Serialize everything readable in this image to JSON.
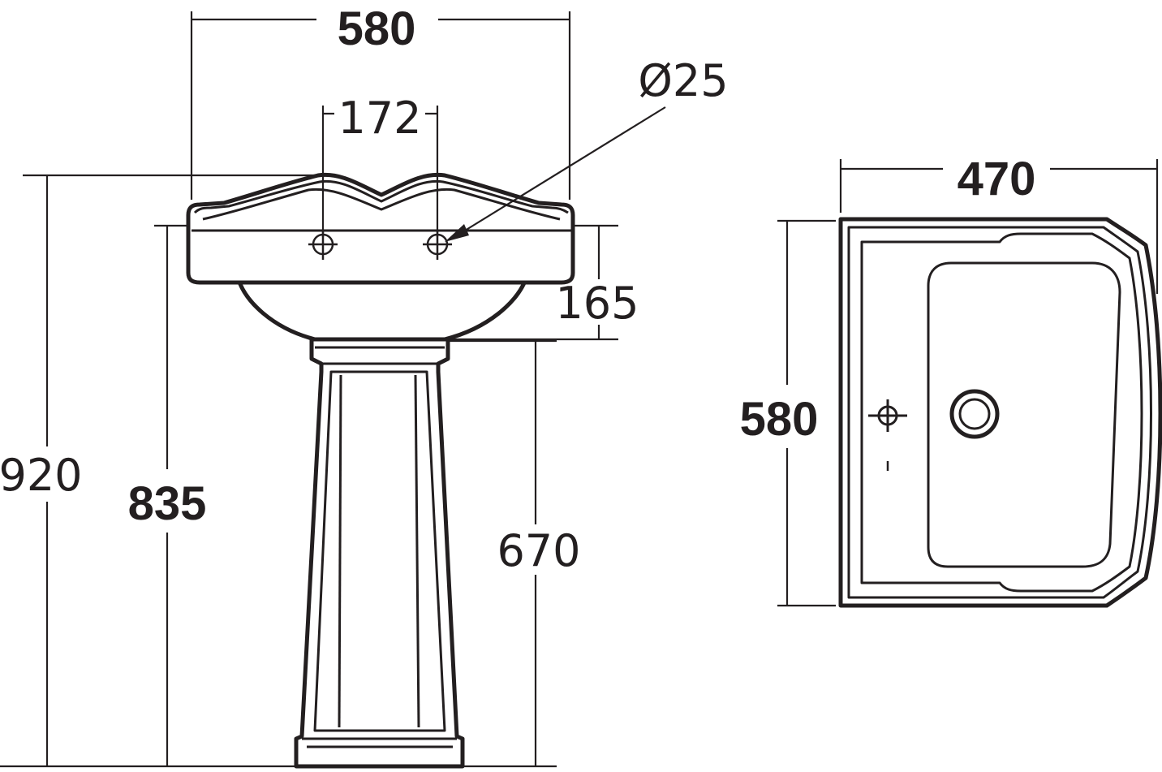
{
  "front_view": {
    "overall_width": "580",
    "tap_hole_spacing": "172",
    "tap_hole_diameter": "Ø25",
    "overall_height": "920",
    "rim_height": "835",
    "basin_depth": "165",
    "pedestal_height": "670"
  },
  "top_view": {
    "depth": "470",
    "width": "580"
  }
}
